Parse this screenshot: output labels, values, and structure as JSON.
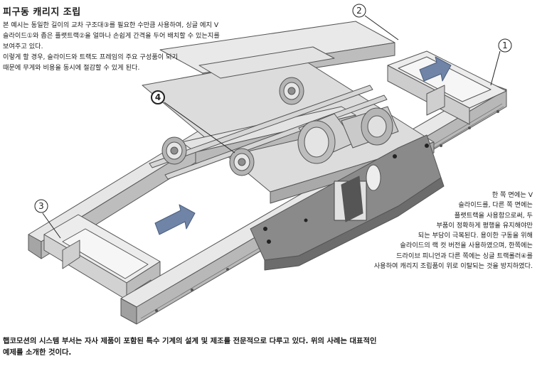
{
  "title": "피구동 캐리지 조립",
  "intro": {
    "line1": "본 예시는 동일한 길이의 교차 구조대③를 필요한 수만큼 사용하여, 싱글 에지 V",
    "line2": "슬라이드①와 좁은 플랫트랙②을 얼마나 손쉽게 간격을 두어 배치할 수 있는지를",
    "line3": "보여주고 있다.",
    "line4": "이렇게 할 경우, 슬라이드와 트랙도 프레임의 주요 구성품이 되기",
    "line5": "때문에 무게와 비용을 동시에 절감할 수 있게 된다."
  },
  "side_note": {
    "line1": "한 쪽 면에는 V",
    "line2": "슬라이드를, 다른 쪽 면에는",
    "line3": "플랫트랙을 사용함으로써, 두",
    "line4": "부품이 정확하게 평행을 유지해야만",
    "line5": "되는 부담이 극복된다. 용이한 구동을 위해",
    "line6": "슬라이드의 랙 컷 버전을 사용하였으며, 한쪽에는",
    "line7": "드라이브 피니언과 다른 쪽에는 싱글 트랙롤러④를",
    "line8": "사용하여 캐리지 조립품이 위로 이탈되는 것을 방지하였다."
  },
  "footer": {
    "line1": "햅코모션의 시스템 부서는 자사 제품이 포함된 특수 기계의 설계 및 제조를 전문적으로 다루고 있다. 위의 사례는 대표적인",
    "line2": "예제를 소개한 것이다."
  },
  "callouts": {
    "one": "1",
    "two": "2",
    "three": "3",
    "four": "4"
  },
  "colors": {
    "metal_light": "#e6e6e6",
    "metal_mid": "#c4c4c4",
    "metal_dark": "#8f8f8f",
    "outline": "#555555",
    "arrow": "#6f84a6",
    "slot": "#5a5a5a"
  }
}
